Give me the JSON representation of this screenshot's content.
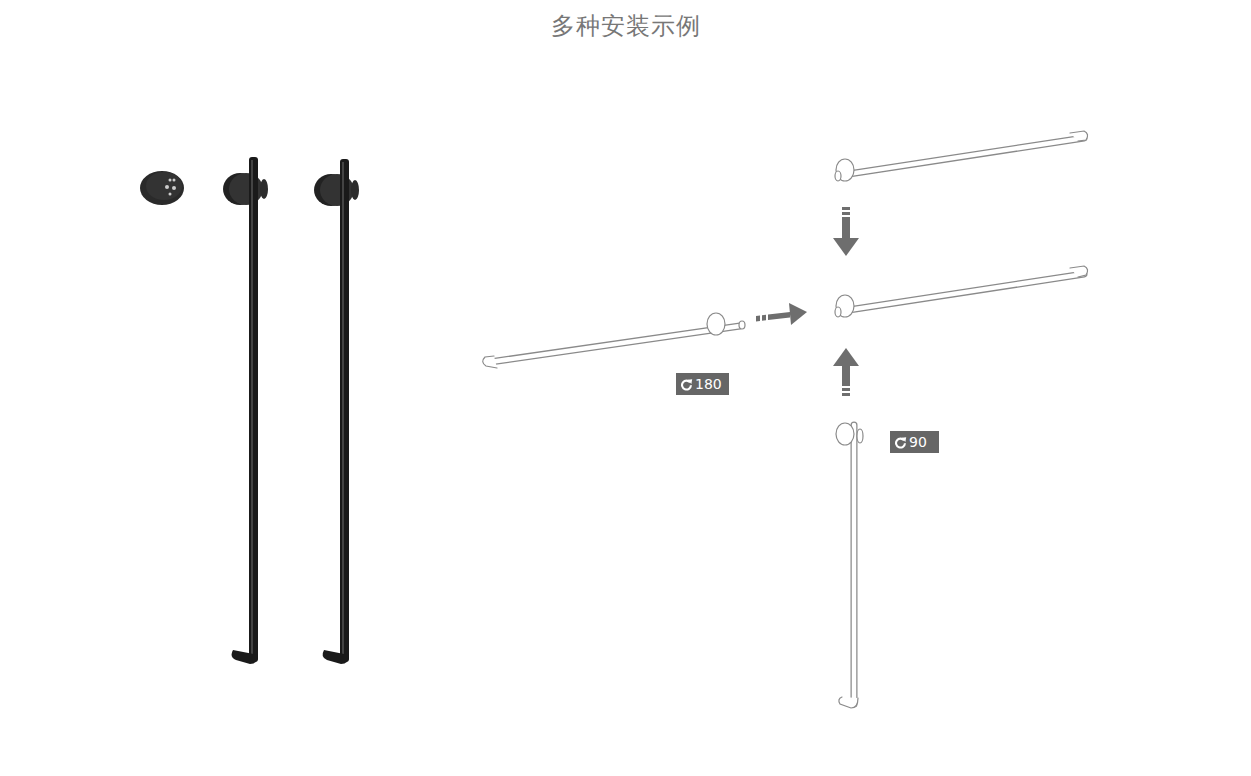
{
  "diagram": {
    "title": "多种安装示例",
    "nodes": [
      {
        "text": [
          "180"
        ]
      },
      {
        "text": [
          "90"
        ]
      }
    ]
  }
}
